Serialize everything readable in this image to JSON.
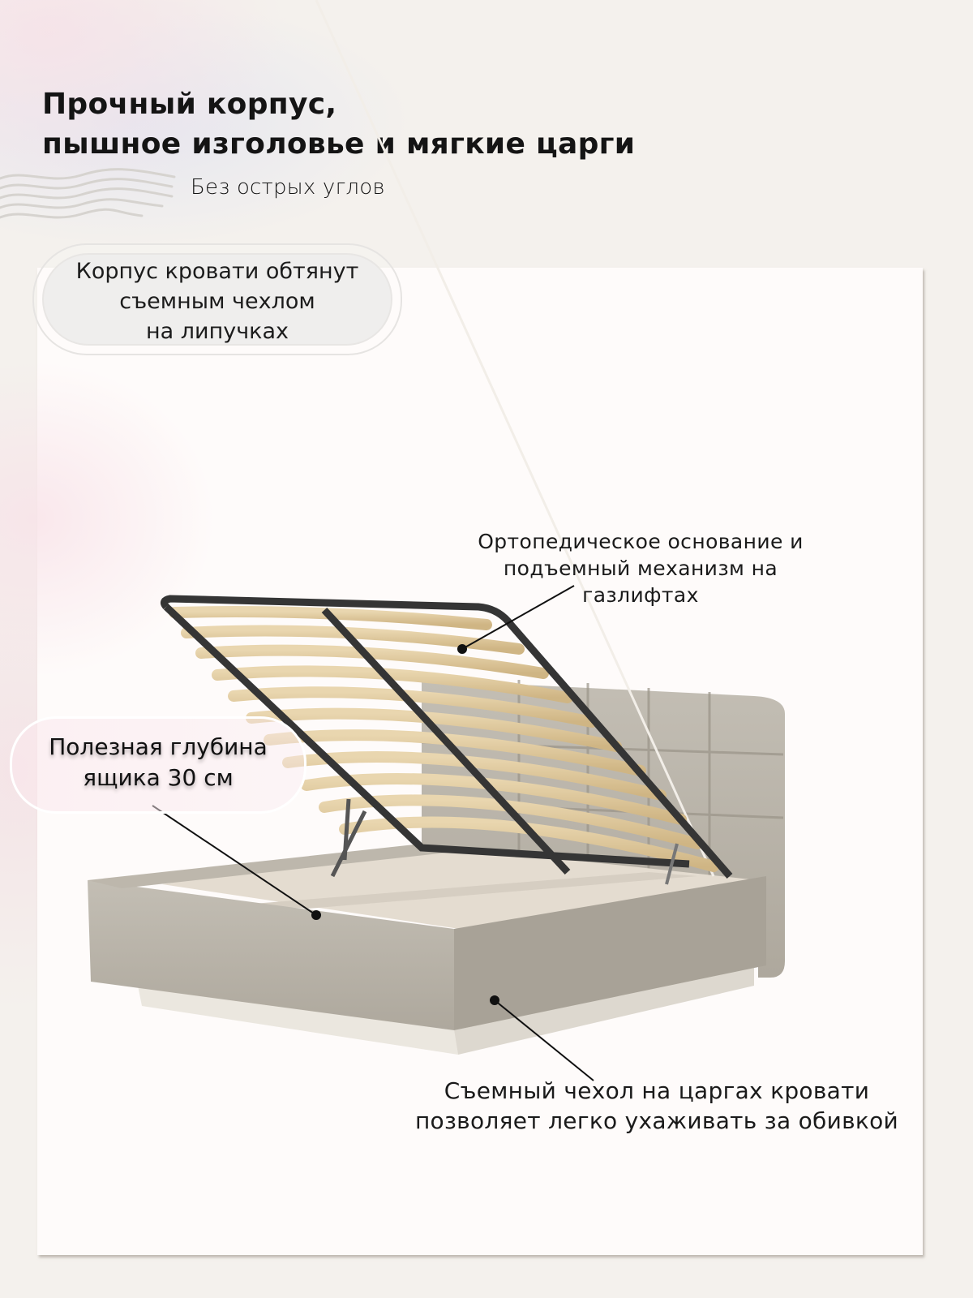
{
  "header": {
    "title_line1": "Прочный корпус,",
    "title_line2": "пышное изголовье и мягкие царги",
    "subtitle": "Без острых углов",
    "decor_icon": "waves-icon"
  },
  "callouts": {
    "cover": {
      "line1": "Корпус кровати обтянут",
      "line2": "съемным чехлом",
      "line3": "на липучках"
    },
    "ortho": {
      "line1": "Ортопедическое основание и",
      "line2": "подъемный механизм на",
      "line3": "газлифтах"
    },
    "depth": {
      "line1": "Полезная глубина",
      "line2": "ящика 30 см"
    },
    "side_cover": {
      "line1": "Съемный чехол на царгах кровати",
      "line2": "позволяет легко ухаживать за обивкой"
    }
  },
  "product": {
    "image": "bed-with-lift-mechanism",
    "colors": {
      "upholstery": "#b7b1a6",
      "slats": "#dcc69c",
      "frame": "#3b3b3b",
      "base": "#ebe7df"
    }
  },
  "colors": {
    "background": "#f4f1ed",
    "panel": "#fefbfa",
    "text": "#141414"
  }
}
